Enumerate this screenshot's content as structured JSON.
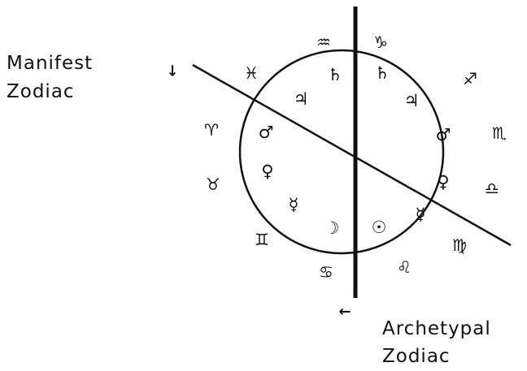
{
  "captions": {
    "manifest_line1": "Manifest",
    "manifest_line2": "Zodiac",
    "archetypal_line1": "Archetypal",
    "archetypal_line2": "Zodiac"
  },
  "zodiac_signs": {
    "aquarius": "♒",
    "capricorn": "♑",
    "pisces": "♓",
    "sagittarius": "♐",
    "aries": "♈",
    "scorpio": "♏",
    "taurus": "♉",
    "libra": "♎",
    "gemini": "♊",
    "virgo": "♍",
    "cancer": "♋",
    "leo": "♌"
  },
  "planets_left": {
    "saturn": "♄",
    "jupiter": "♃",
    "mars": "♂",
    "venus": "♀",
    "mercury": "☿",
    "moon": "☽"
  },
  "planets_right": {
    "saturn": "♄",
    "jupiter": "♃",
    "mars": "♂",
    "venus": "♀",
    "mercury": "☿",
    "sun": "☉"
  },
  "arrows": {
    "manifest_arrow": "↓",
    "archetypal_arrow": "←"
  },
  "colors": {
    "ink": "#111111",
    "background": "#ffffff"
  }
}
